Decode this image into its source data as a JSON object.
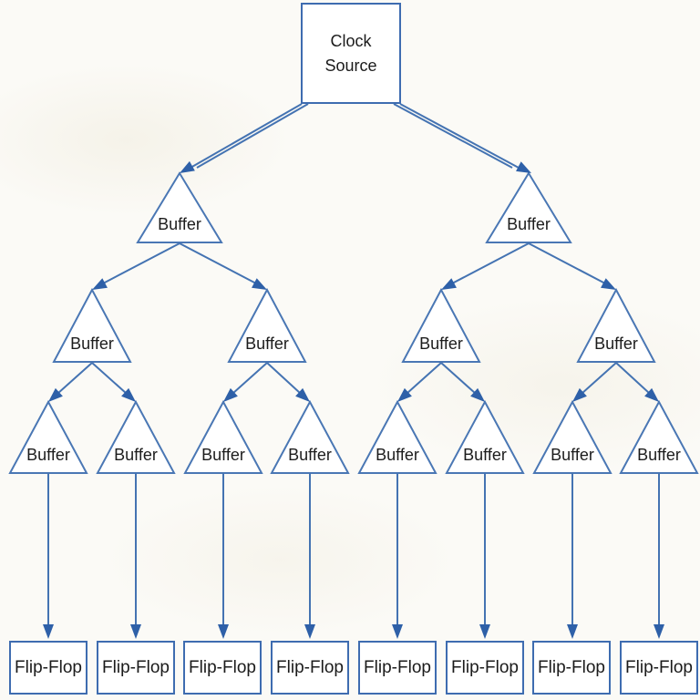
{
  "diagram": {
    "structure": {
      "levels": [
        {
          "name": "clock-source",
          "node_count": 1
        },
        {
          "name": "buffer-level-1",
          "node_count": 2
        },
        {
          "name": "buffer-level-2",
          "node_count": 4
        },
        {
          "name": "buffer-level-3",
          "node_count": 8
        },
        {
          "name": "flip-flop-row",
          "node_count": 8
        }
      ],
      "fanout_per_node": 2
    },
    "nodes": {
      "clock_source": {
        "line1": "Clock",
        "line2": "Source"
      },
      "buffer": {
        "label": "Buffer",
        "count": 14
      },
      "flip_flop": {
        "label": "Flip-Flop",
        "count": 8
      }
    },
    "colors": {
      "edge_line": "#4473b2",
      "arrowhead": "#2e60a8",
      "node_border": "#3e6cb0",
      "node_fill": "#ffffff",
      "text": "#1c1c1c",
      "background": "#fbfaf6"
    }
  }
}
